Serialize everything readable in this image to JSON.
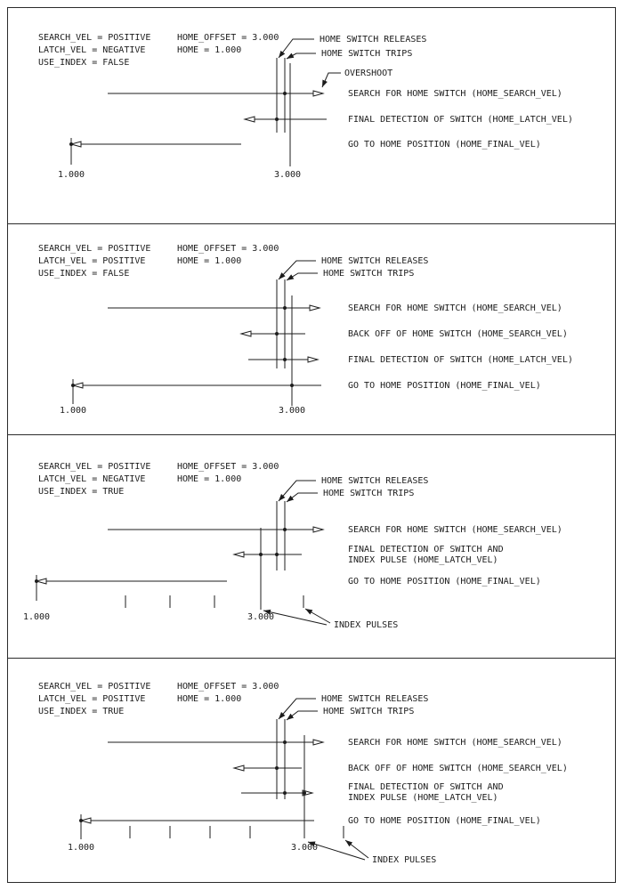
{
  "panels": [
    {
      "params": {
        "search_vel": "SEARCH_VEL = POSITIVE",
        "latch_vel": "LATCH_VEL = NEGATIVE",
        "use_index": "USE_INDEX = FALSE",
        "home_offset": "HOME_OFFSET = 3.000",
        "home": "HOME = 1.000"
      },
      "callouts": {
        "releases": "HOME SWITCH RELEASES",
        "trips": "HOME SWITCH TRIPS",
        "overshoot": "OVERSHOOT"
      },
      "steps": [
        [
          "SEARCH FOR HOME SWITCH (HOME_SEARCH_VEL)"
        ],
        [
          "FINAL DETECTION OF SWITCH (HOME_LATCH_VEL)"
        ],
        [
          "GO TO HOME POSITION (HOME_FINAL_VEL)"
        ]
      ],
      "axis": {
        "home": "1.000",
        "offset": "3.000"
      }
    },
    {
      "params": {
        "search_vel": "SEARCH_VEL = POSITIVE",
        "latch_vel": "LATCH_VEL = POSITIVE",
        "use_index": "USE_INDEX = FALSE",
        "home_offset": "HOME_OFFSET = 3.000",
        "home": "HOME = 1.000"
      },
      "callouts": {
        "releases": "HOME SWITCH RELEASES",
        "trips": "HOME SWITCH TRIPS"
      },
      "steps": [
        [
          "SEARCH FOR HOME SWITCH (HOME_SEARCH_VEL)"
        ],
        [
          "BACK OFF OF HOME SWITCH (HOME_SEARCH_VEL)"
        ],
        [
          "FINAL DETECTION OF SWITCH (HOME_LATCH_VEL)"
        ],
        [
          "GO TO HOME POSITION (HOME_FINAL_VEL)"
        ]
      ],
      "axis": {
        "home": "1.000",
        "offset": "3.000"
      }
    },
    {
      "params": {
        "search_vel": "SEARCH_VEL = POSITIVE",
        "latch_vel": "LATCH_VEL = NEGATIVE",
        "use_index": "USE_INDEX = TRUE",
        "home_offset": "HOME_OFFSET = 3.000",
        "home": "HOME = 1.000"
      },
      "callouts": {
        "releases": "HOME SWITCH RELEASES",
        "trips": "HOME SWITCH TRIPS"
      },
      "steps": [
        [
          "SEARCH FOR HOME SWITCH (HOME_SEARCH_VEL)"
        ],
        [
          "FINAL DETECTION OF SWITCH AND",
          "INDEX PULSE (HOME_LATCH_VEL)"
        ],
        [
          "GO TO HOME POSITION (HOME_FINAL_VEL)"
        ]
      ],
      "axis": {
        "home": "1.000",
        "offset": "3.000"
      },
      "index_pulses": "INDEX PULSES"
    },
    {
      "params": {
        "search_vel": "SEARCH_VEL = POSITIVE",
        "latch_vel": "LATCH_VEL = POSITIVE",
        "use_index": "USE_INDEX = TRUE",
        "home_offset": "HOME_OFFSET = 3.000",
        "home": "HOME = 1.000"
      },
      "callouts": {
        "releases": "HOME SWITCH RELEASES",
        "trips": "HOME SWITCH TRIPS"
      },
      "steps": [
        [
          "SEARCH FOR HOME SWITCH (HOME_SEARCH_VEL)"
        ],
        [
          "BACK OFF OF HOME SWITCH (HOME_SEARCH_VEL)"
        ],
        [
          "FINAL DETECTION OF SWITCH AND",
          "INDEX PULSE (HOME_LATCH_VEL)"
        ],
        [
          "GO TO HOME POSITION (HOME_FINAL_VEL)"
        ]
      ],
      "axis": {
        "home": "1.000",
        "offset": "3.000"
      },
      "index_pulses": "INDEX PULSES"
    }
  ]
}
